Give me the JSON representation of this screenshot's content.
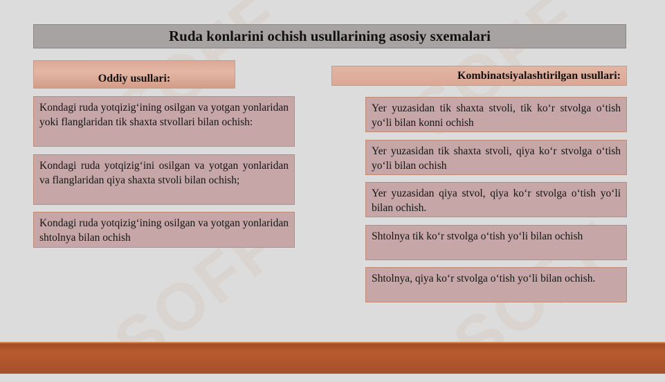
{
  "title": "Ruda konlarini ochish usullarining asosiy sxemalari",
  "watermark": "SOFF",
  "left": {
    "heading": "Oddiy usullari:",
    "items": [
      "Kondagi ruda yotqizig‘ining osilgan va yotgan yonlaridan yoki flanglaridan tik shaxta stvollari bilan ochish:",
      "Kondagi ruda yotqizig‘ini osilgan va yotgan yonlaridan va flanglaridan qiya shaxta stvoli bilan ochish;",
      "Kondagi ruda yotqizig‘ining osilgan va yotgan yonlaridan shtolnya bilan ochish"
    ]
  },
  "right": {
    "heading": "Kombinatsiyalashtirilgan usullari:",
    "items": [
      "Yer yuzasidan tik shaxta stvoli, tik ko‘r stvolga o‘tish yo‘li bilan konni ochish",
      "Yer yuzasidan tik shaxta stvoli, qiya ko‘r stvolga o‘tish yo‘li bilan ochish",
      "Yer yuzasidan qiya stvol, qiya ko‘r stvolga o‘tish yo‘li bilan ochish.",
      "Shtolnya tik ko‘r stvolga o‘tish yo‘li bilan ochish",
      "Shtolnya, qiya ko‘r stvolga o‘tish yo‘li bilan ochish."
    ]
  },
  "colors": {
    "background": "#dcdcdc",
    "title_bar": "#a8a3a3",
    "heading_fill": "#e0b09d",
    "box_fill": "#c6a6a6",
    "box_border": "#c08b74",
    "bottom_bar": "#b0542c"
  }
}
